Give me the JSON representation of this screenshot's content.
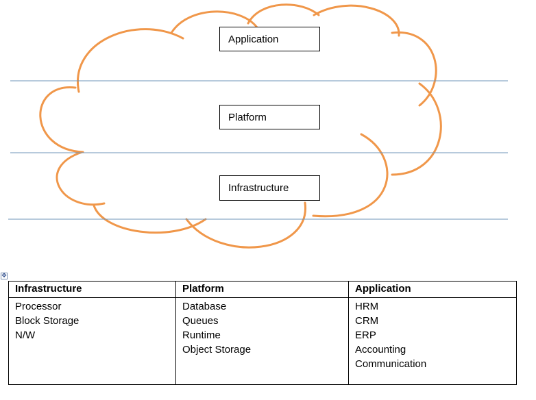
{
  "layers": {
    "application": "Application",
    "platform": "Platform",
    "infrastructure": "Infrastructure"
  },
  "table": {
    "headers": [
      "Infrastructure",
      "Platform",
      "Application"
    ],
    "columns": [
      [
        "Processor",
        "Block Storage",
        "N/W"
      ],
      [
        "Database",
        "Queues",
        "Runtime",
        "Object Storage"
      ],
      [
        "HRM",
        "CRM",
        "ERP",
        "Accounting",
        "Communication"
      ]
    ]
  },
  "colors": {
    "cloud_stroke": "#f0974a",
    "divider_line": "#6f94b8",
    "box_border": "#000000"
  },
  "icons": {
    "table_anchor": "move-handle-icon"
  }
}
